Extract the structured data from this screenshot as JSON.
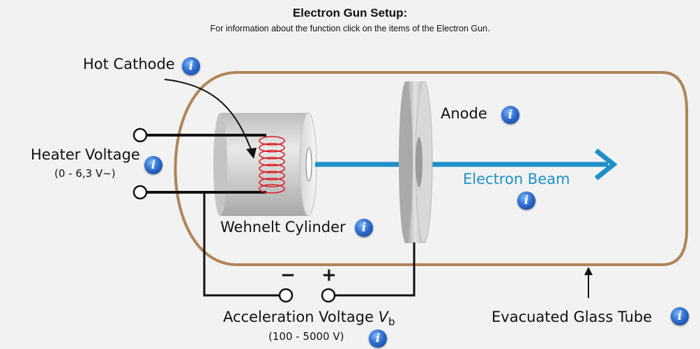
{
  "header": {
    "title": "Electron Gun Setup:",
    "subtitle": "For information about the function click on the items of the Electron Gun."
  },
  "labels": {
    "hot_cathode": "Hot Cathode",
    "heater_voltage": "Heater Voltage",
    "heater_range": "(0 - 6,3 V~)",
    "anode": "Anode",
    "electron_beam": "Electron Beam",
    "wehnelt": "Wehnelt Cylinder",
    "accel_voltage": "Acceleration Voltage",
    "accel_symbol": "V",
    "accel_subscript": "b",
    "accel_range": "(100 - 5000 V)",
    "glass_tube": "Evacuated Glass Tube",
    "minus": "−",
    "plus": "+"
  },
  "info_icon": {
    "glyph": "i",
    "icon": "info-icon"
  },
  "colors": {
    "tube": "#b08457",
    "beam": "#1e90c8",
    "coil": "#d81f26",
    "wire": "#111111"
  }
}
